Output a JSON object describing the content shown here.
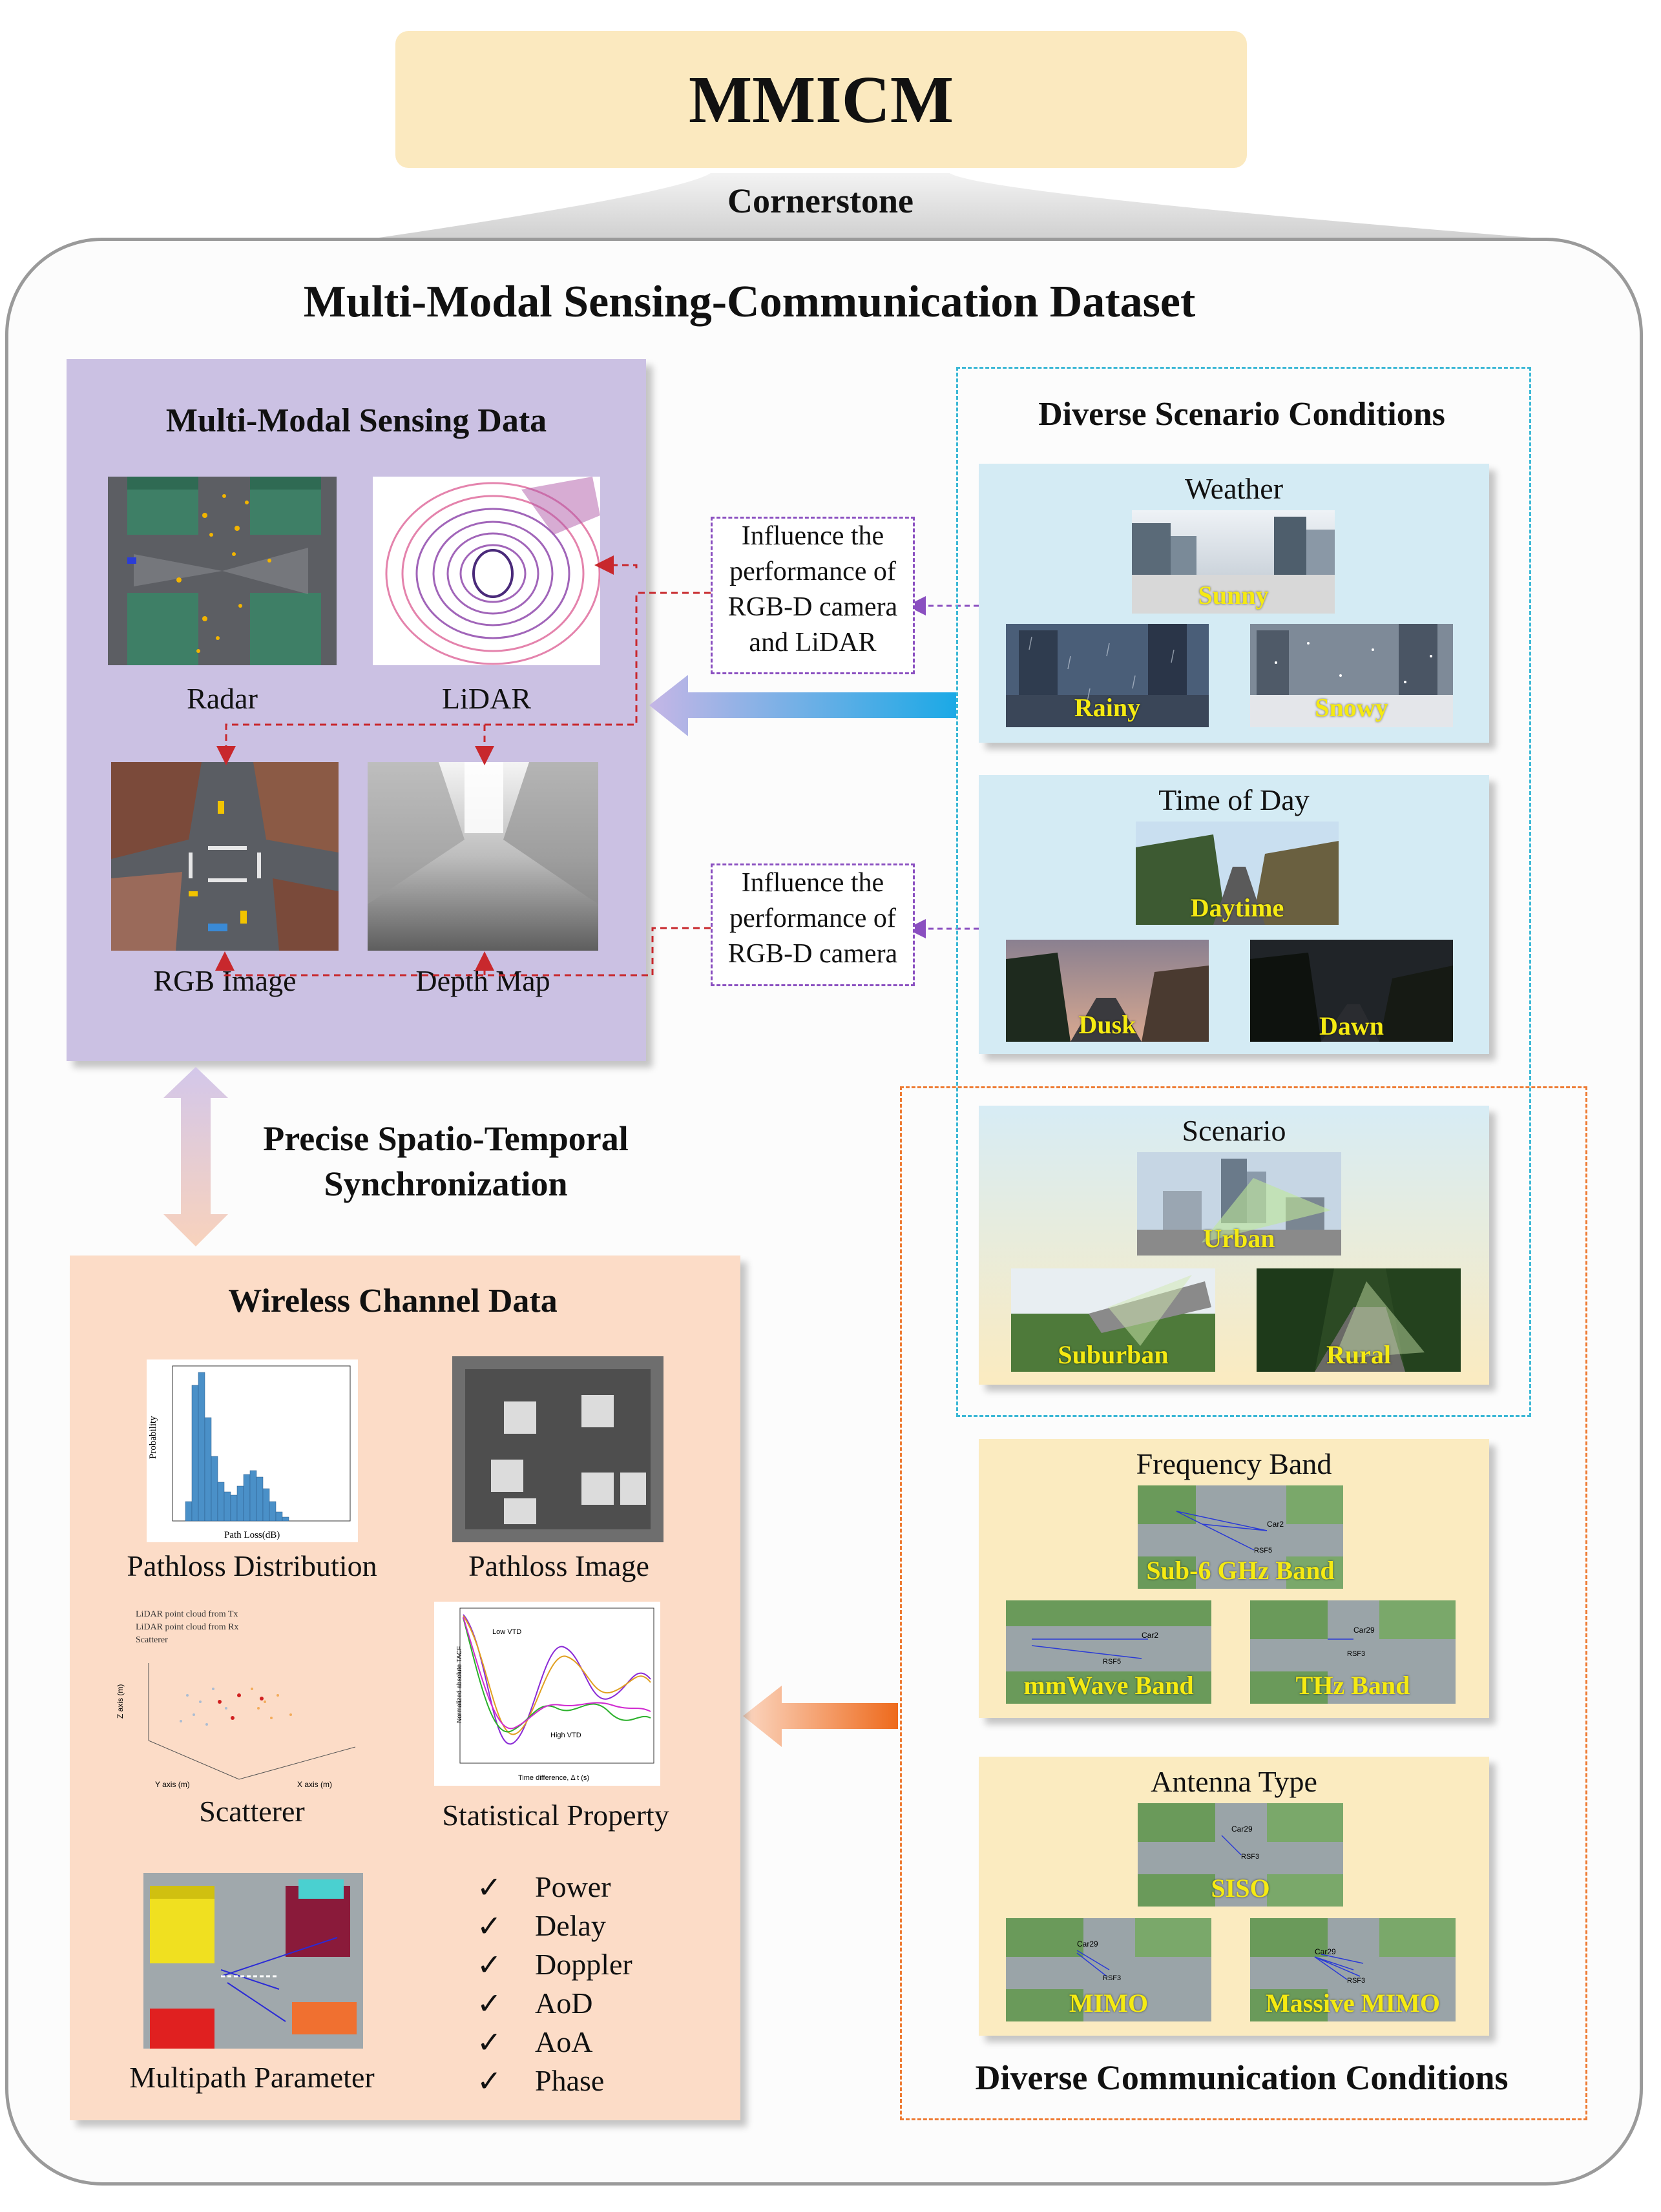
{
  "title": "MMICM",
  "cornerstone": "Cornerstone",
  "dataset_title": "Multi-Modal Sensing-Communication Dataset",
  "sensing": {
    "title": "Multi-Modal Sensing Data",
    "labels": [
      "Radar",
      "LiDAR",
      "RGB Image",
      "Depth Map"
    ]
  },
  "scenario_conditions": {
    "title": "Diverse Scenario Conditions",
    "weather": {
      "title": "Weather",
      "tags": [
        "Sunny",
        "Rainy",
        "Snowy"
      ]
    },
    "time_of_day": {
      "title": "Time of Day",
      "tags": [
        "Daytime",
        "Dusk",
        "Dawn"
      ]
    },
    "scenario": {
      "title": "Scenario",
      "tags": [
        "Urban",
        "Suburban",
        "Rural"
      ]
    }
  },
  "comm_conditions": {
    "title": "Diverse Communication Conditions",
    "frequency": {
      "title": "Frequency Band",
      "tags": [
        "Sub-6 GHz Band",
        "mmWave Band",
        "THz Band"
      ]
    },
    "antenna": {
      "title": "Antenna Type",
      "tags": [
        "SISO",
        "MIMO",
        "Massive MIMO"
      ]
    }
  },
  "influence": {
    "weather": [
      "Influence the",
      "performance of",
      "RGB-D camera",
      "and LiDAR"
    ],
    "time": [
      "Influence the",
      "performance of",
      "RGB-D camera"
    ]
  },
  "sync": [
    "Precise Spatio-Temporal",
    "Synchronization"
  ],
  "wireless": {
    "title": "Wireless Channel Data",
    "labels": [
      "Pathloss Distribution",
      "Pathloss Image",
      "Scatterer",
      "Statistical Property",
      "Multipath Parameter"
    ],
    "properties": [
      "Power",
      "Delay",
      "Doppler",
      "AoD",
      "AoA",
      "Phase"
    ],
    "check_symbol": "✓"
  },
  "mini": {
    "hist_ylabel": "Probability",
    "hist_xlabel": "Path Loss(dB)",
    "scatter_legend": [
      "LiDAR point cloud from Tx",
      "LiDAR point cloud from Rx",
      "Scatterer"
    ],
    "scatter_axes": [
      "Z axis (m)",
      "Y axis (m)",
      "X axis (m)"
    ],
    "stat_labels": [
      "Low VTD",
      "High VTD"
    ],
    "stat_xlabel": "Time difference, Δ t (s)",
    "stat_ylabel": "Normalized absolute TACF",
    "car_labels": [
      "Car2",
      "RSF5",
      "Car29",
      "RSF3"
    ]
  },
  "colors": {
    "title_bg": "#fbe9bf",
    "sensing_bg": "#cbc1e3",
    "weather_bg": "#d7ecf5",
    "comm_bg": "#fbebc0",
    "wireless_bg": "#fcdcc7",
    "tag_yellow": "#f5ea12",
    "red_dashed": "#c8282d",
    "purple_dashed": "#8a4fc0",
    "cyan_dashed": "#3cb8d6",
    "orange_dashed": "#ee7b33"
  }
}
